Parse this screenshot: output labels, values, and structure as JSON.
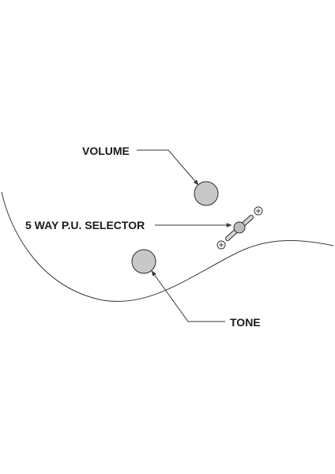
{
  "labels": {
    "volume": "VOLUME",
    "selector": "5 WAY P.U. SELECTOR",
    "tone": "TONE"
  },
  "colors": {
    "knob_fill": "#c8c8c8",
    "selector_fill": "#bdbdbd",
    "line": "#3a3a3a",
    "text": "#1a1a1a"
  },
  "icons": {
    "screw": "screw-icon"
  }
}
